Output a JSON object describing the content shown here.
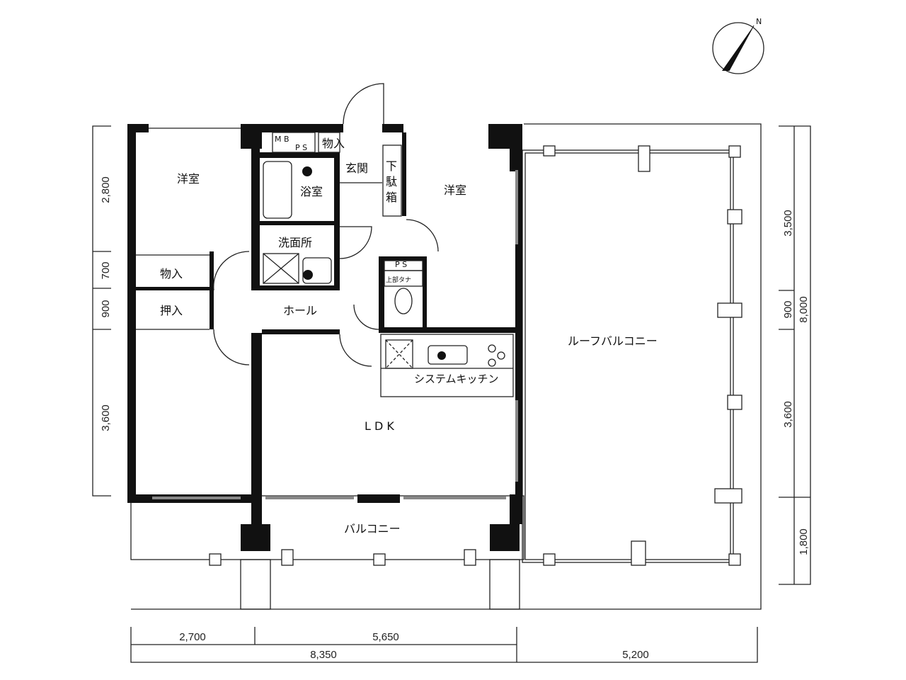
{
  "compass": {
    "label": "N",
    "icon": "north-arrow-icon"
  },
  "rooms": {
    "western_room_1": "洋室",
    "western_room_2": "洋室",
    "mb_ps_top": "M B",
    "mb_ps_bottom": "P S",
    "storage_entry": "物入",
    "entrance": "玄関",
    "shoe_box_1": "下",
    "shoe_box_2": "駄",
    "shoe_box_3": "箱",
    "bathroom": "浴室",
    "washroom": "洗面所",
    "storage_left": "物入",
    "closet": "押入",
    "hall": "ホール",
    "ps": "P S",
    "upper_shelf": "上部タナ",
    "kitchen": "システムキッチン",
    "ldk": "L D K",
    "balcony": "バルコニー",
    "roof_balcony": "ルーフバルコニー"
  },
  "dimensions": {
    "left": [
      "2,800",
      "700",
      "900",
      "3,600"
    ],
    "right": [
      "3,500",
      "900",
      "3,600",
      "1,800"
    ],
    "right_total": "8,000",
    "bottom": [
      "2,700",
      "5,650"
    ],
    "bottom_total": [
      "8,350",
      "5,200"
    ]
  }
}
